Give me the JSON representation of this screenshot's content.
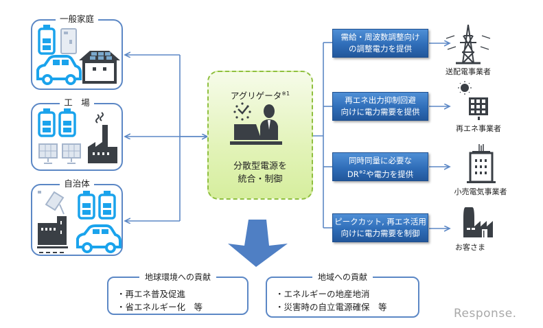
{
  "sources": [
    {
      "id": "household",
      "title": "一般家庭",
      "icons": [
        "battery-icon",
        "fuel-cell-icon",
        "car-icon",
        "solar-house-icon"
      ]
    },
    {
      "id": "factory",
      "title": "工　場",
      "icons": [
        "battery-icon",
        "battery-icon",
        "solar-panel-icon",
        "solar-panel-icon",
        "factory-icon"
      ]
    },
    {
      "id": "municipality",
      "title": "自治体",
      "icons": [
        "solar-panel-icon",
        "battery-icon",
        "battery-icon",
        "building-icon",
        "car-icon"
      ]
    }
  ],
  "aggregator": {
    "title": "アグリゲータ",
    "title_note": "※1",
    "icon": "operator-at-desk-icon",
    "desc_line1": "分散型電源を",
    "desc_line2": "統合・制御"
  },
  "services": [
    {
      "line1": "需給・周波数調整向け",
      "line2": "の調整電力を提供",
      "target": "送配電事業者",
      "target_icon": "transmission-tower-icon"
    },
    {
      "line1": "再エネ出力抑制回避",
      "line2": "向けに電力需要を提供",
      "target": "再エネ事業者",
      "target_icon": "solar-power-icon"
    },
    {
      "line1": "同時同量に必要な",
      "line2_pre": "DR",
      "line2_note": "※2",
      "line2_post": "や電力を提供",
      "target": "小売電気事業者",
      "target_icon": "office-building-icon"
    },
    {
      "line1": "ピークカット, 再エネ活用",
      "line2": "向けに電力需要を制御",
      "target": "お客さま",
      "target_icon": "customer-factory-icon"
    }
  ],
  "results": [
    {
      "title": "地球環境への貢献",
      "items": [
        "・再エネ普及促進",
        "・省エネルギー化　等"
      ]
    },
    {
      "title": "地域への貢献",
      "items": [
        "・エネルギーの地産地消",
        "・災害時の自立電源確保　等"
      ]
    }
  ],
  "watermark": "Response.",
  "colors": {
    "connector": "#5b87c5",
    "battery": "#1aa3ec",
    "dark_icon": "#3a3f45",
    "agg_border": "#8fbf3f",
    "service_box": "#2f6db8",
    "big_arrow": "#4f7fc4"
  }
}
